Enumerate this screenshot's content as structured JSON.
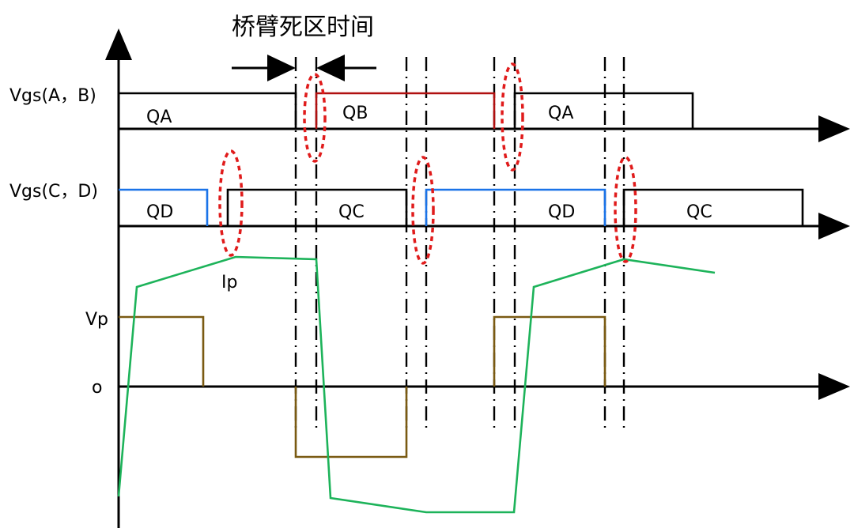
{
  "title": "桥臂死区时间",
  "labels": {
    "vgs_ab": "Vgs(A，B)",
    "vgs_cd": "Vgs(C，D)",
    "vp": "Vp",
    "zero": "o",
    "ip": "Ip"
  },
  "switch_labels": {
    "qa_1": "QA",
    "qb": "QB",
    "qa_2": "QA",
    "qd_1": "QD",
    "qc_1": "QC",
    "qd_2": "QD",
    "qc_2": "QC"
  },
  "colors": {
    "axis": "#000000",
    "qa_qc_gate": "#000000",
    "qb_gate": "#b01010",
    "qd_gate": "#1a73e8",
    "voltage": "#7a5a12",
    "current": "#1db35a",
    "deadtime_marker": "#e01b1b"
  }
}
